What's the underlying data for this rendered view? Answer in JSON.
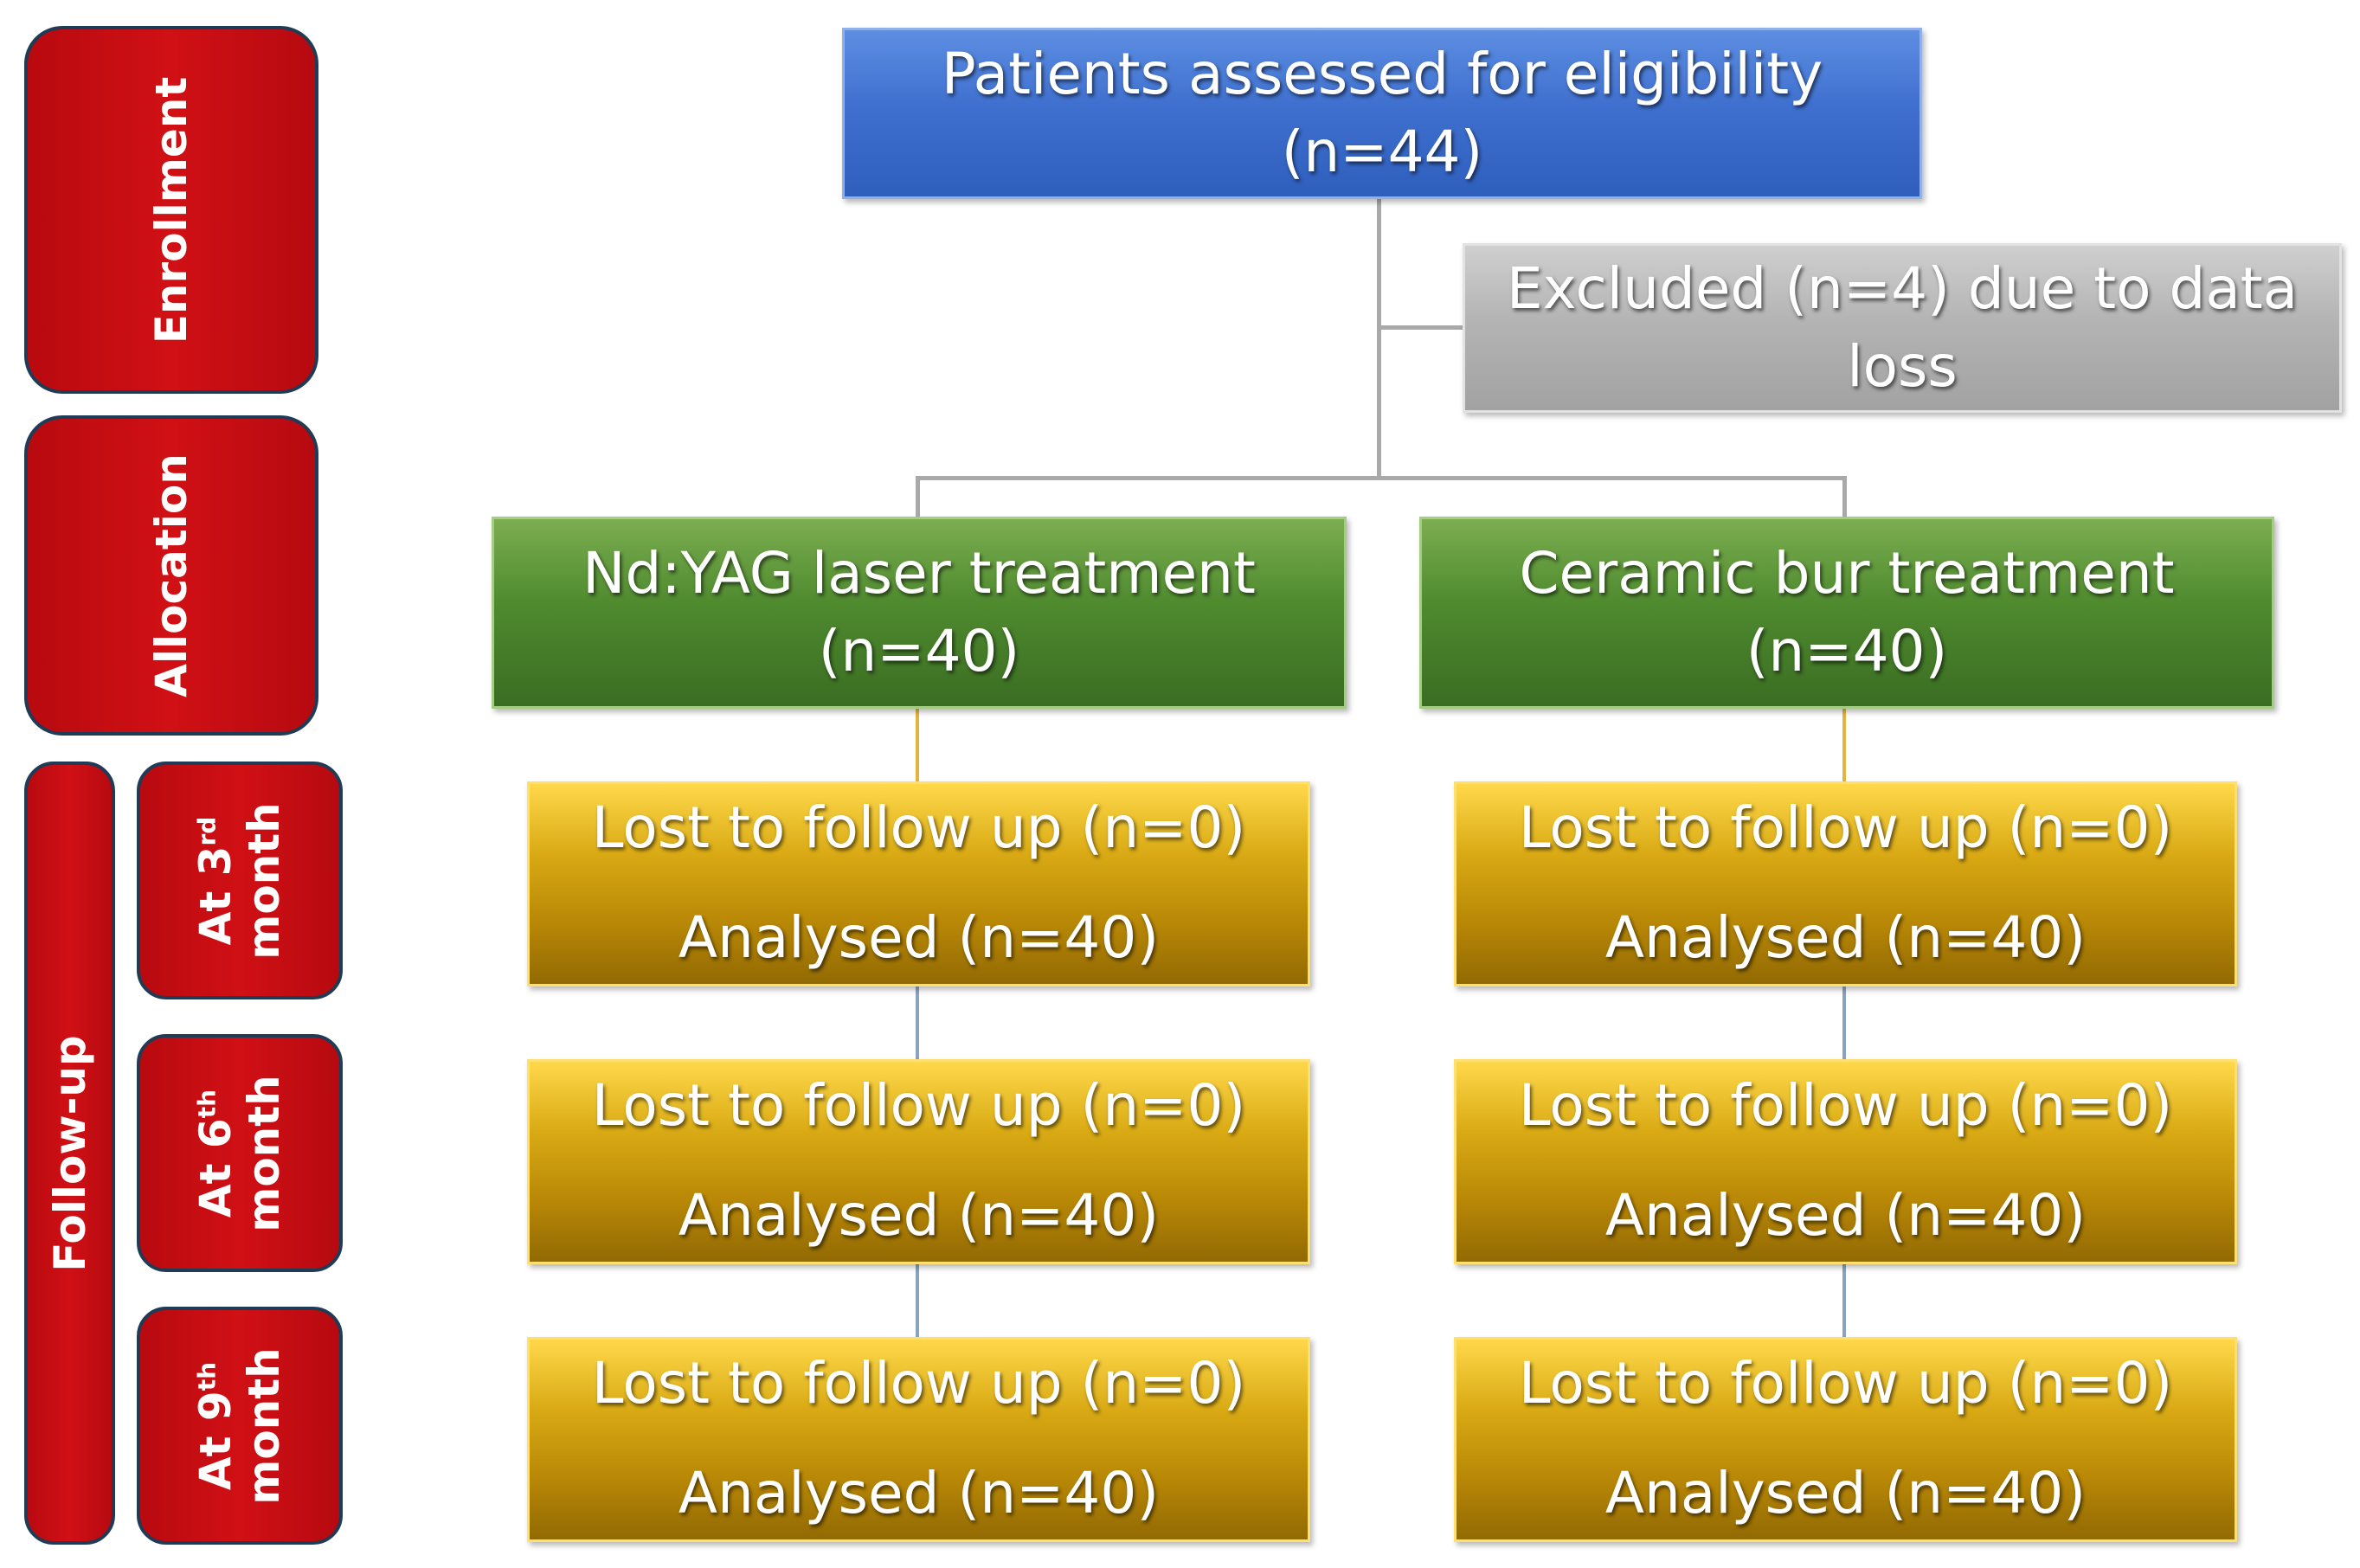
{
  "stages": {
    "enrollment": "Enrollment",
    "allocation": "Allocation",
    "followup": "Follow-up",
    "month3": {
      "pre": "At 3",
      "sup": "rd",
      "post": "month"
    },
    "month6": {
      "pre": "At 6",
      "sup": "th",
      "post": "month"
    },
    "month9": {
      "pre": "At 9",
      "sup": "th",
      "post": "month"
    }
  },
  "assessed": {
    "line1": "Patients assessed for eligibility",
    "line2": "(n=44)"
  },
  "excluded": {
    "line1": "Excluded (n=4) due to data",
    "line2": "loss"
  },
  "arms": [
    {
      "title": "Nd:YAG laser treatment",
      "count": "(n=40)",
      "followups": [
        {
          "lost": "Lost to follow up (n=0)",
          "analysed": "Analysed (n=40)"
        },
        {
          "lost": "Lost to follow up (n=0)",
          "analysed": "Analysed (n=40)"
        },
        {
          "lost": "Lost to follow up (n=0)",
          "analysed": "Analysed (n=40)"
        }
      ]
    },
    {
      "title": "Ceramic bur treatment",
      "count": "(n=40)",
      "followups": [
        {
          "lost": "Lost to follow up (n=0)",
          "analysed": "Analysed (n=40)"
        },
        {
          "lost": "Lost to follow up (n=0)",
          "analysed": "Analysed (n=40)"
        },
        {
          "lost": "Lost to follow up (n=0)",
          "analysed": "Analysed (n=40)"
        }
      ]
    }
  ],
  "colors": {
    "stage_red": "#c80d12",
    "assessed_blue": "#3f70cf",
    "excluded_gray": "#b4b4b4",
    "arm_green": "#4f8a2f",
    "followup_gold": "#d9aa14"
  }
}
